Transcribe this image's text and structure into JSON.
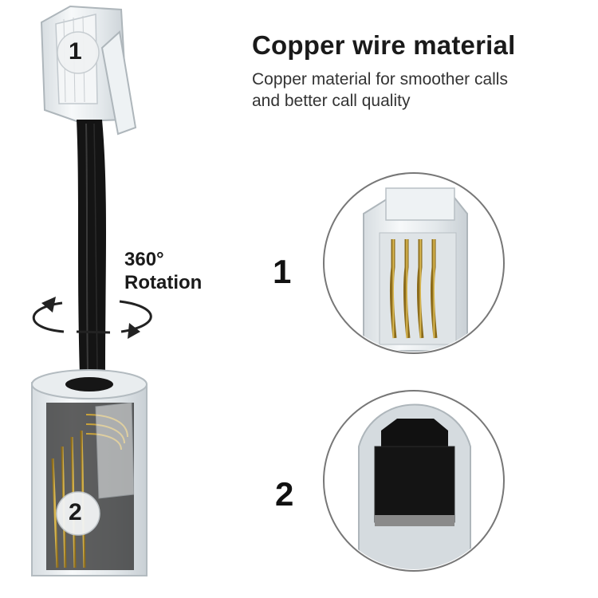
{
  "header": {
    "title": "Copper wire material",
    "subtitle_line1": "Copper material for smoother calls",
    "subtitle_line2": "and better call quality"
  },
  "rotation": {
    "line1": "360°",
    "line2": "Rotation"
  },
  "callouts": {
    "top_plug_label": "1",
    "bottom_jack_label": "2",
    "detail_1_label": "1",
    "detail_2_label": "2"
  },
  "colors": {
    "copper": "#c9a23a",
    "cable": "#121212",
    "clear_plastic": "#e6ecef"
  }
}
